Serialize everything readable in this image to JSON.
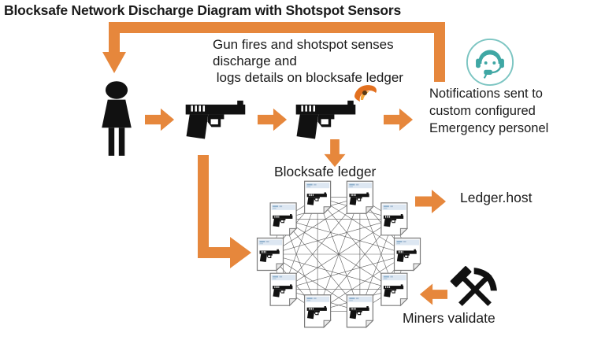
{
  "title": "Blocksafe Network Discharge Diagram with Shotspot Sensors",
  "captions": {
    "sense": "Gun fires and shotspot senses\ndischarge and\n logs details on blocksafe ledger",
    "notifications": "Notifications sent to\ncustom configured\nEmergency personel",
    "ledger": "Blocksafe ledger",
    "ledger_host": "Ledger.host",
    "miners": "Miners validate"
  },
  "colors": {
    "accent_orange": "#E6873C",
    "flame_deep": "#E2701F",
    "flame_light": "#F5A93B",
    "teal": "#3FA7A4",
    "teal_light": "#7CC5C2",
    "ink": "#111111",
    "net_line": "#5a5a5a"
  },
  "icons": {
    "person": "gun-owner-person-icon",
    "gun": "handgun-icon",
    "muzzle_flash": "muzzle-flash-icon",
    "support_agent": "support-agent-headset-icon",
    "ledger_node": "gun-document-node-icon",
    "miners": "crossed-hammer-pickaxe-icon",
    "arrow": "orange-flow-arrow-icon"
  },
  "network": {
    "label": "Blocksafe ledger",
    "node_count": 10,
    "topology": "fully-connected"
  }
}
